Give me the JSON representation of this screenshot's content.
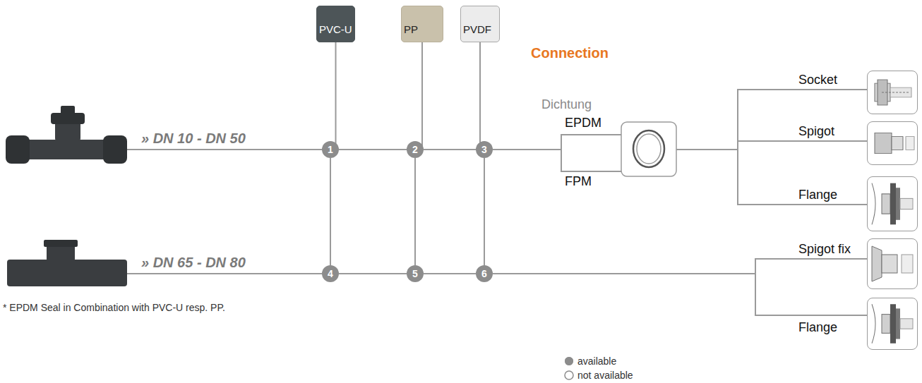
{
  "diagram": {
    "nodes": [
      {
        "text": [
          "PVC-U"
        ]
      },
      {
        "text": [
          "PP"
        ]
      },
      {
        "text": [
          "PVDF"
        ]
      },
      {
        "text": [
          "1"
        ]
      },
      {
        "text": [
          "2"
        ]
      },
      {
        "text": [
          "3"
        ]
      },
      {
        "text": [
          "4"
        ]
      },
      {
        "text": [
          "5"
        ]
      },
      {
        "text": [
          "6"
        ]
      },
      {
        "text": [
          "Socket"
        ]
      },
      {
        "text": [
          "Spigot"
        ]
      },
      {
        "text": [
          "Flange"
        ]
      },
      {
        "text": [
          "Spigot fix"
        ]
      },
      {
        "text": [
          "Flange"
        ]
      }
    ],
    "edges": [
      {
        "from": 0,
        "to": 3,
        "arrow": "none"
      },
      {
        "from": 3,
        "to": 6,
        "arrow": "none"
      },
      {
        "from": 1,
        "to": 4,
        "arrow": "none"
      },
      {
        "from": 4,
        "to": 7,
        "arrow": "none"
      },
      {
        "from": 2,
        "to": 5,
        "arrow": "none"
      },
      {
        "from": 5,
        "to": 8,
        "arrow": "none"
      },
      {
        "from": 3,
        "to": 4,
        "arrow": "none"
      },
      {
        "from": 4,
        "to": 5,
        "arrow": "none"
      },
      {
        "from": 6,
        "to": 7,
        "arrow": "none"
      },
      {
        "from": 7,
        "to": 8,
        "arrow": "none"
      },
      {
        "from": 5,
        "to": 9,
        "arrow": "none"
      },
      {
        "from": 5,
        "to": 10,
        "arrow": "none"
      },
      {
        "from": 5,
        "to": 11,
        "arrow": "none"
      },
      {
        "from": 8,
        "to": 12,
        "arrow": "none"
      },
      {
        "from": 8,
        "to": 13,
        "arrow": "none"
      }
    ],
    "labels": [
      "» DN 10 - DN 50",
      "» DN 65 - DN 80",
      "Connection",
      "Dichtung",
      "EPDM",
      "FPM",
      "* EPDM Seal in Combination with PVC-U resp. PP."
    ],
    "legend": [
      {
        "text": "available",
        "color": "#8c8c8c"
      },
      {
        "text": "not available"
      }
    ]
  }
}
